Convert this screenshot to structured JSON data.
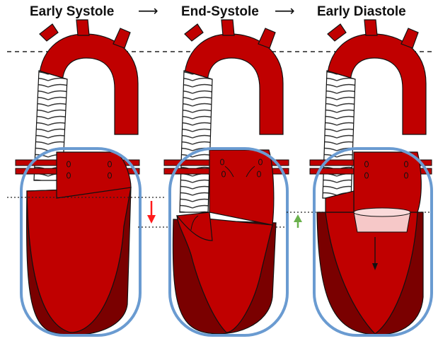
{
  "header": {
    "phase_1": "Early Systole",
    "phase_2": "End-Systole",
    "phase_3": "Early Diastole",
    "arrow_symbol": "⟶"
  },
  "colors": {
    "heart_red": "#c00000",
    "heart_dark": "#7a0000",
    "pericardium_blue": "#6a9bd1",
    "valve_plane_pink": "#f6c8c8",
    "downward_arrow_red": "#ff1a1a",
    "upward_arrow_green": "#6ab04c",
    "coil_white": "#ffffff",
    "outline": "#111111"
  },
  "icons": {
    "down_arrow": "red-down-arrow-icon",
    "up_arrow": "green-up-arrow-icon"
  }
}
